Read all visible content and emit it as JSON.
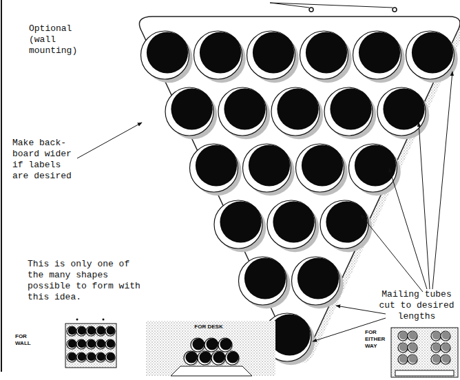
{
  "diagram": {
    "labels": [
      "Optional (wall mounting)",
      "Make back- board wider if labels are desired",
      "This is only one of the many shapes possible to form with this idea.",
      "Mailing tubes cut to desired lengths",
      "FOR WALL",
      "FOR DESK",
      "FOR EITHER WAY"
    ]
  }
}
